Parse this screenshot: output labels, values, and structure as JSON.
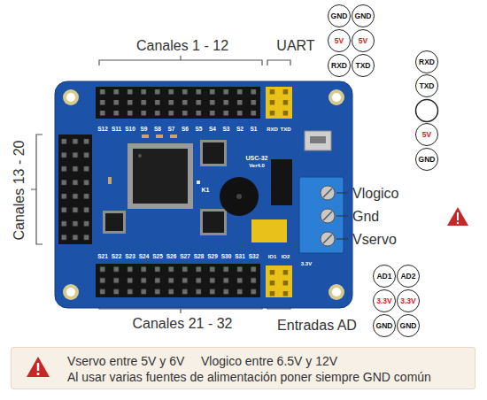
{
  "diagram": {
    "nodes": [
      {
        "text": [
          "GND"
        ]
      },
      {
        "text": [
          "GND"
        ]
      },
      {
        "text": [
          "5V"
        ]
      },
      {
        "text": [
          "5V"
        ]
      },
      {
        "text": [
          "RXD"
        ]
      },
      {
        "text": [
          "TXD"
        ]
      },
      {
        "text": [
          "RXD"
        ]
      },
      {
        "text": [
          "TXD"
        ]
      },
      {
        "text": [
          "5V"
        ]
      },
      {
        "text": [
          "GND"
        ]
      },
      {
        "text": [
          "AD1"
        ]
      },
      {
        "text": [
          "AD2"
        ]
      },
      {
        "text": [
          "3.3V"
        ]
      },
      {
        "text": [
          "3.3V"
        ]
      },
      {
        "text": [
          "GND"
        ]
      },
      {
        "text": [
          "GND"
        ]
      },
      {
        "text": [
          "Vservo entre 5V y 6V",
          "Vlogico entre 6.5V y 12V",
          "Al usar varias fuentes de alimentación poner siempre GND común"
        ]
      }
    ],
    "labels": [
      "Canales 1 - 12",
      "UART",
      "Canales 13 - 20",
      "Vlogico",
      "Gnd",
      "Vservo",
      "Canales 21 - 32",
      "Entradas AD",
      "S12",
      "S11",
      "S10",
      "S9",
      "S8",
      "S7",
      "S6",
      "S5",
      "S4",
      "S3",
      "S2",
      "S1",
      "RXD",
      "TXD",
      "USC-32",
      "Ver4.0",
      "K1",
      "S21",
      "S22",
      "S23",
      "S24",
      "S25",
      "S26",
      "S27",
      "S28",
      "S29",
      "S30",
      "S31",
      "S32",
      "IO1",
      "IO2",
      "3.3V"
    ]
  }
}
